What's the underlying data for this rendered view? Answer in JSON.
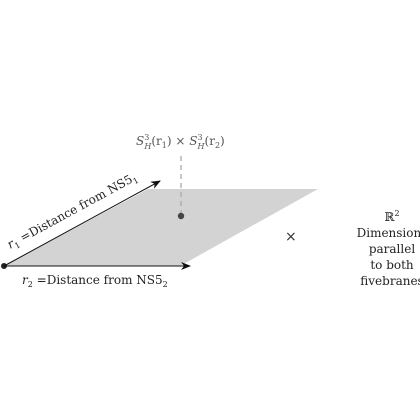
{
  "labels": {
    "top": "S³_H(r₁) × S³_H(r₂)",
    "top_parts": {
      "s1": "S",
      "sup1": "3",
      "sub1": "H",
      "arg1": "(r",
      "argsub1": "1",
      "close1": ")",
      "times": " × ",
      "s2": "S",
      "sup2": "3",
      "sub2": "H",
      "arg2": "(r",
      "argsub2": "2",
      "close2": ")"
    },
    "r1_var": "r",
    "r1_sub": "1",
    "r1_text": " =Distance from NS5",
    "r1_text_sub": "1",
    "r2_var": "r",
    "r2_sub": "2",
    "r2_text": " =Distance from NS5",
    "r2_text_sub": "2",
    "product_sign": "×",
    "rhs_symbol": "ℝ",
    "rhs_symbol_sup": "2",
    "rhs_lines": [
      "Dimensions",
      "parallel",
      "to both",
      "fivebranes"
    ]
  },
  "colors": {
    "plane_fill": "#d3d3d3",
    "arrow": "#111111",
    "dashed_line": "#aaaaaa",
    "point": "#444444"
  }
}
